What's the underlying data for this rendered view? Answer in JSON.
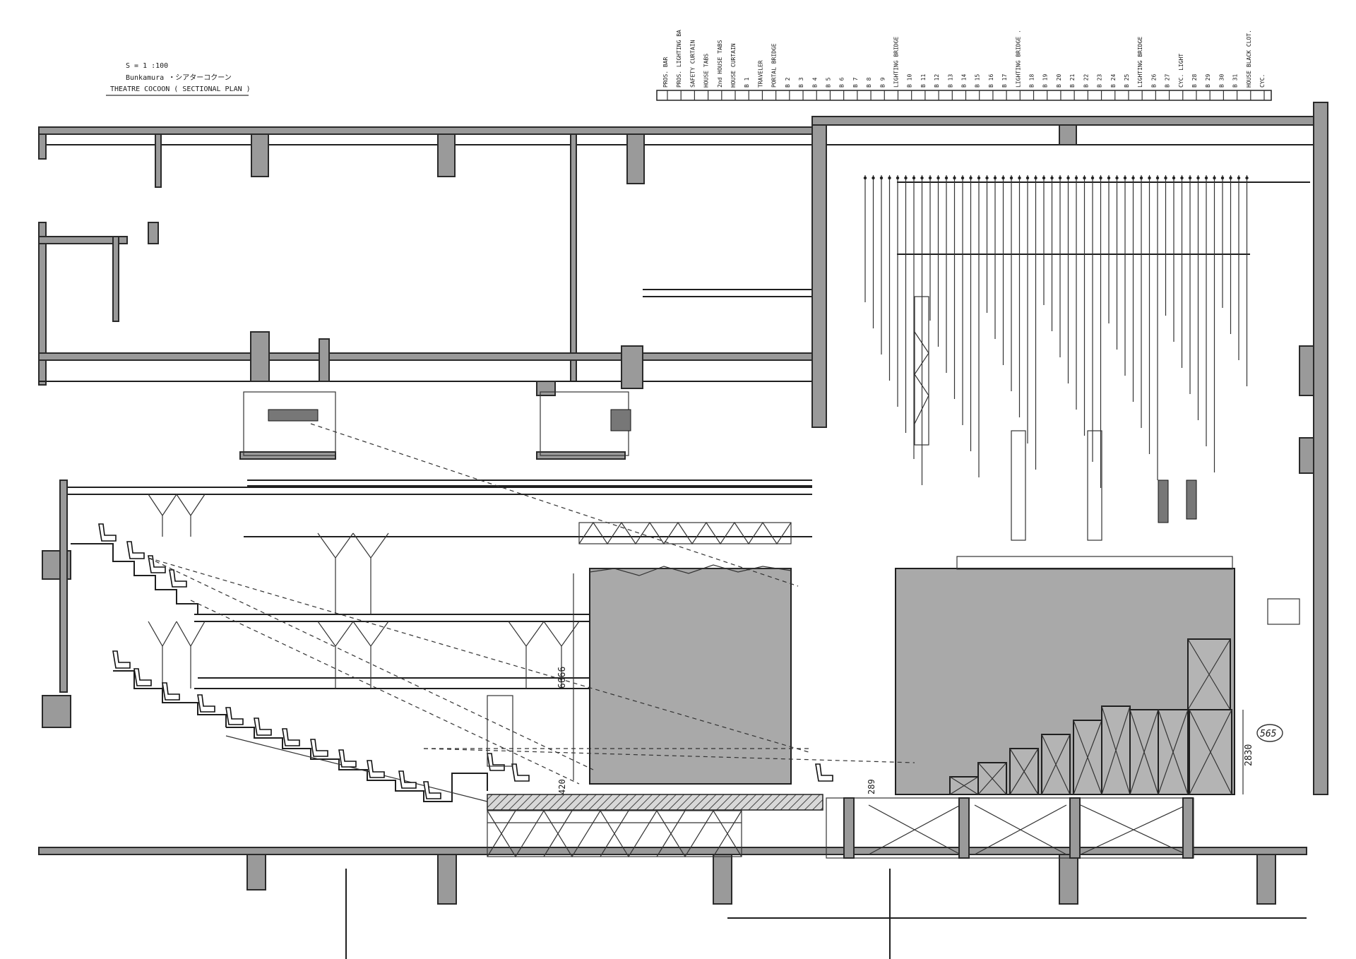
{
  "title_block": {
    "scale": "S = 1 :100",
    "venue": "Bunkamura ・シアターコクーン",
    "sheet": "THEATRE  COCOON   ( SECTIONAL  PLAN )"
  },
  "fly_bar_labels": [
    "PROS. BAR",
    "PROS. LIGHTING BA",
    "SAFETY CURTAIN",
    "HOUSE TABS",
    "2nd HOUSE TABS",
    "HOUSE CURTAIN",
    "B 1",
    "TRAVELER",
    "PORTAL BRIDGE",
    "B 2",
    "B 3",
    "B 4",
    "B 5",
    "B 6",
    "B 7",
    "B 8",
    "B 9",
    "LIGHTING BRIDGE",
    "B 10",
    "B 11",
    "B 12",
    "B 13",
    "B 14",
    "B 15",
    "B 16",
    "B 17",
    "LIGHTING BRIDGE .",
    "B 18",
    "B 19",
    "B 20",
    "B 21",
    "B 22",
    "B 23",
    "B 24",
    "B 25",
    "LIGHTING BRIDGE",
    "B 26",
    "B 27",
    "CYC. LIGHT",
    "B 28",
    "B 29",
    "B 30",
    "B 31",
    "HOUSE BLACK CLOT.",
    "CYC."
  ],
  "dimensions": {
    "proscenium_height": "6666",
    "stage_floor": "420",
    "riser_step": "289",
    "stage_seating_height": "2830",
    "handwritten": "565"
  }
}
